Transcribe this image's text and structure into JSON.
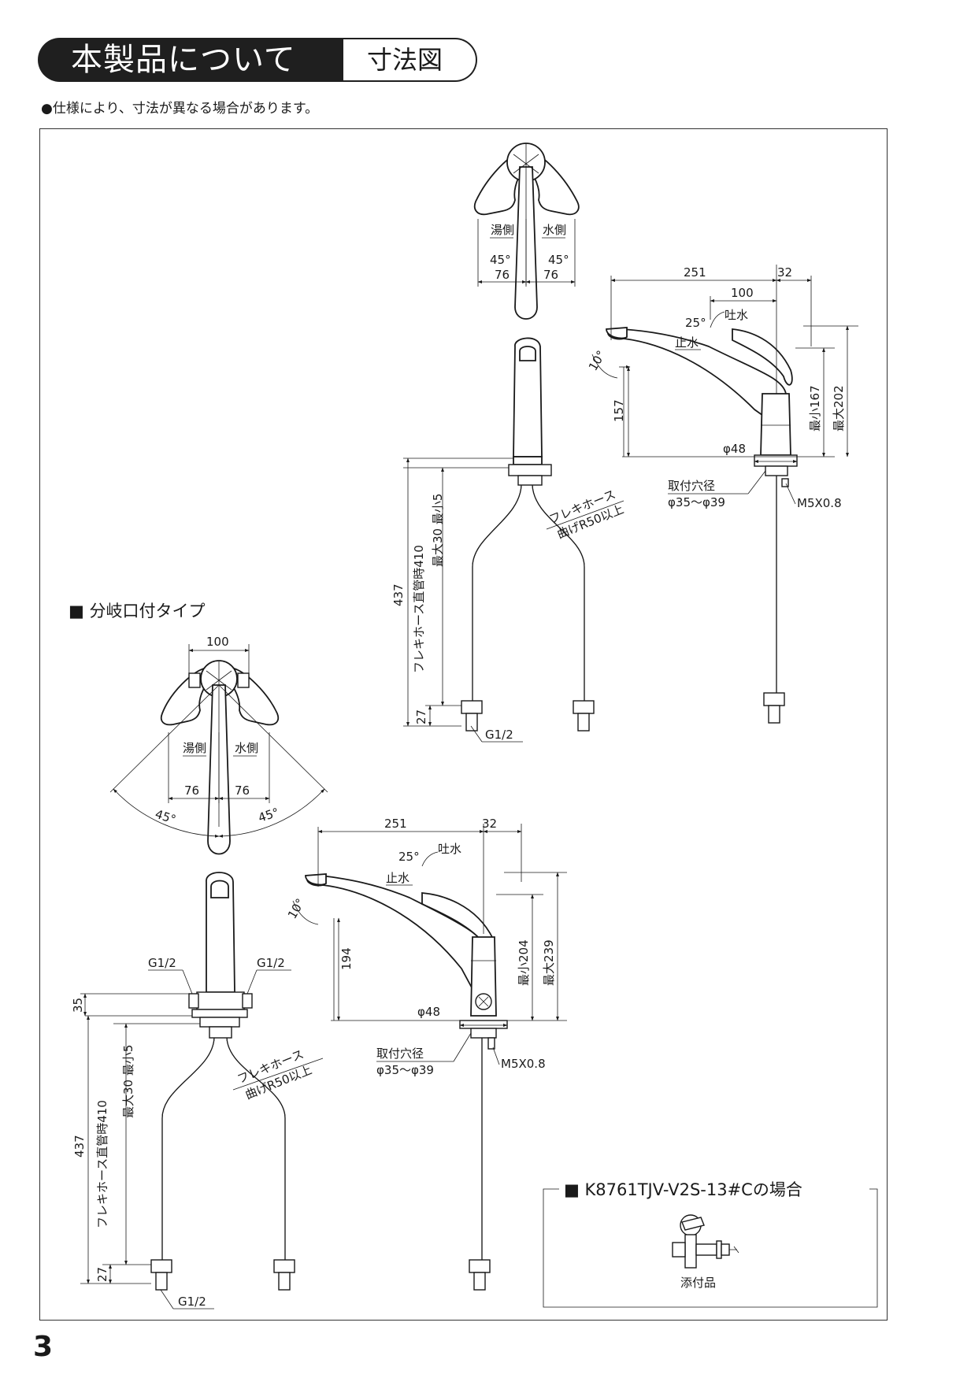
{
  "header": {
    "title": "本製品について",
    "tab": "寸法図"
  },
  "note": "●仕様により、寸法が異なる場合があります。",
  "section_branch": "■ 分岐口付タイプ",
  "page_number": "3",
  "labels": {
    "hot": "湯側",
    "cold": "水側",
    "spout": "吐水",
    "stop": "止水",
    "hole_1": "取付穴径",
    "hole_2": "φ35～φ39",
    "screw": "M5X0.8",
    "hose_1": "フレキホース",
    "hose_2": "曲げR50以上",
    "hose_straight": "フレキホース直管時410",
    "mount_range": "最大30 最小5",
    "g12": "G1/2",
    "phi48": "φ48"
  },
  "dims": {
    "d45": "45°",
    "d76": "76",
    "d100": "100",
    "d251": "251",
    "d32": "32",
    "d25": "25°",
    "d10": "10°",
    "d157": "157",
    "d167": "最小167",
    "d202": "最大202",
    "d437": "437",
    "d27": "27",
    "d194": "194",
    "d204": "最小204",
    "d239": "最大239",
    "d35": "35"
  },
  "accessory": {
    "title": "■ K8761TJV-V2S-13#Cの場合",
    "caption": "添付品"
  }
}
